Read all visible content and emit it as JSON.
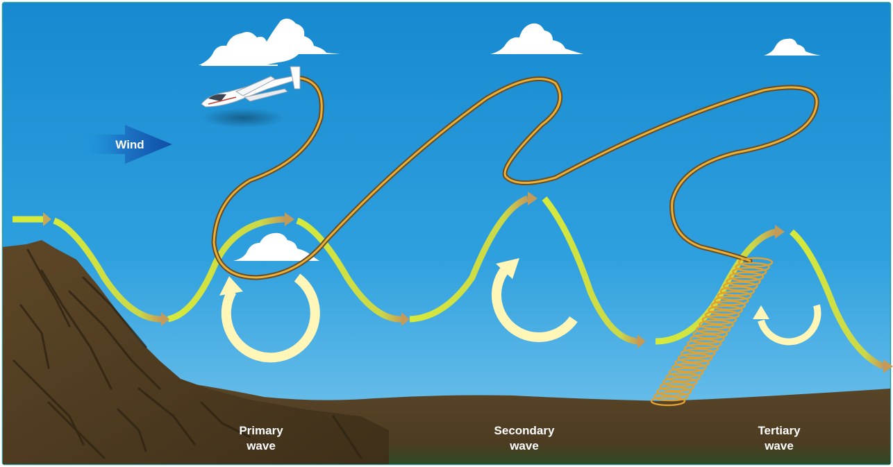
{
  "labels": {
    "wind": "Wind",
    "primary": [
      "Primary",
      "wave"
    ],
    "secondary": [
      "Secondary",
      "wave"
    ],
    "tertiary": [
      "Tertiary",
      "wave"
    ]
  },
  "colors": {
    "sky_top": "#1c8fd3",
    "sky_bottom": "#6fc3ee",
    "ground": "#57452a",
    "ground_dark": "#3b2d19",
    "airflow": "#cde33a",
    "airflow_tip": "#c39a57",
    "rotor": "#fff3b0",
    "glider_path": "#e0a531",
    "wind_arrow": "#1565b8",
    "frame": "#2a9a9a"
  }
}
